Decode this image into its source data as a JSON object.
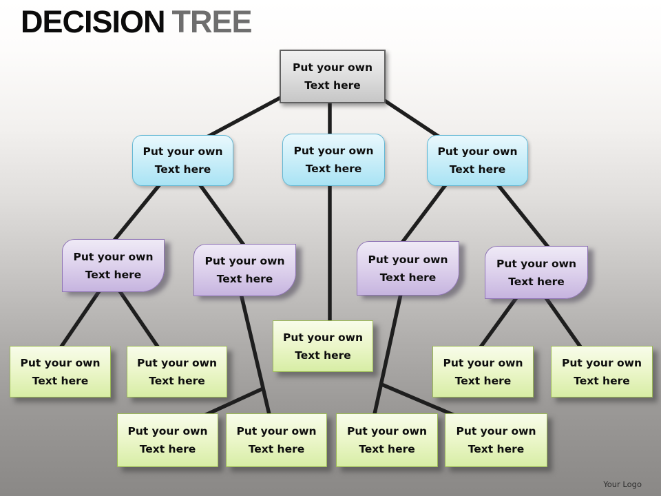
{
  "slide": {
    "title": {
      "primary": "DECISION",
      "secondary": "TREE"
    },
    "footer": {
      "logo_text": "Your Logo"
    }
  },
  "box_label": {
    "line1": "Put your own",
    "line2": "Text here"
  },
  "tree": {
    "nodes": [
      {
        "id": "root",
        "level": 1,
        "style": "gray",
        "label": "Put your own Text here"
      },
      {
        "id": "b1",
        "level": 2,
        "style": "blue",
        "label": "Put your own Text here"
      },
      {
        "id": "b2",
        "level": 2,
        "style": "blue",
        "label": "Put your own Text here"
      },
      {
        "id": "b3",
        "level": 2,
        "style": "blue",
        "label": "Put your own Text here"
      },
      {
        "id": "p1",
        "level": 3,
        "style": "purple",
        "label": "Put your own Text here"
      },
      {
        "id": "p2",
        "level": 3,
        "style": "purple",
        "label": "Put your own Text here"
      },
      {
        "id": "p3",
        "level": 3,
        "style": "purple",
        "label": "Put your own Text here"
      },
      {
        "id": "p4",
        "level": 3,
        "style": "purple",
        "label": "Put your own Text here"
      },
      {
        "id": "g1",
        "level": 4,
        "style": "green",
        "label": "Put your own Text here"
      },
      {
        "id": "g2",
        "level": 4,
        "style": "green",
        "label": "Put your own Text here"
      },
      {
        "id": "g3",
        "level": 4,
        "style": "green",
        "label": "Put your own Text here"
      },
      {
        "id": "g4",
        "level": 4,
        "style": "green",
        "label": "Put your own Text here"
      },
      {
        "id": "g5",
        "level": 4,
        "style": "green",
        "label": "Put your own Text here"
      },
      {
        "id": "g6",
        "level": 5,
        "style": "green",
        "label": "Put your own Text here"
      },
      {
        "id": "g7",
        "level": 5,
        "style": "green",
        "label": "Put your own Text here"
      },
      {
        "id": "g8",
        "level": 5,
        "style": "green",
        "label": "Put your own Text here"
      },
      {
        "id": "g9",
        "level": 5,
        "style": "green",
        "label": "Put your own Text here"
      }
    ],
    "edges": [
      [
        "root",
        "b1"
      ],
      [
        "root",
        "b2"
      ],
      [
        "root",
        "b3"
      ],
      [
        "b1",
        "p1"
      ],
      [
        "b1",
        "p2"
      ],
      [
        "b3",
        "p3"
      ],
      [
        "b3",
        "p4"
      ],
      [
        "b2",
        "g3"
      ],
      [
        "p1",
        "g1"
      ],
      [
        "p1",
        "g2"
      ],
      [
        "p2",
        "g6"
      ],
      [
        "p2",
        "g7"
      ],
      [
        "p3",
        "g8"
      ],
      [
        "p3",
        "g9"
      ],
      [
        "p4",
        "g4"
      ],
      [
        "p4",
        "g5"
      ]
    ]
  },
  "colors": {
    "background_top": "#ffffff",
    "background_bottom": "#8a8886",
    "root_fill": "#d9d9d9",
    "blue_fill": "#bfe8f6",
    "purple_fill": "#d9cdea",
    "green_fill": "#e4f3bb",
    "connector_line": "#1e1e1e",
    "title_primary": "#0b0b0b",
    "title_secondary": "#6e6e6e"
  }
}
